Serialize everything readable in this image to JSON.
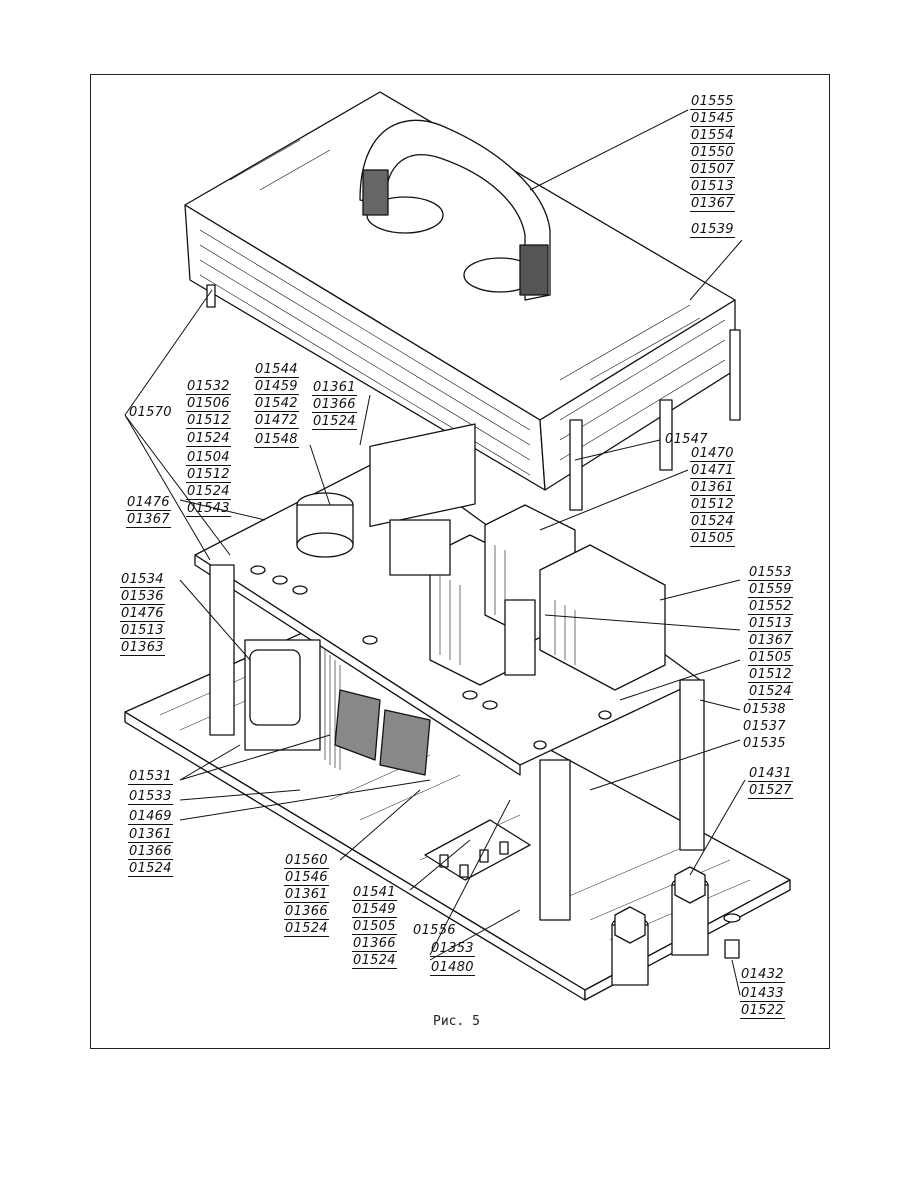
{
  "caption": "Рис. 5",
  "colors": {
    "ink": "#111111",
    "paper": "#ffffff"
  },
  "callout_groups": {
    "handle": [
      "01555",
      "01545",
      "01554",
      "01550",
      "01507",
      "01513",
      "01367"
    ],
    "cover": [
      "01539"
    ],
    "cover_left": [
      "01570"
    ],
    "top_mid": [
      "01544",
      "01459",
      "01542",
      "01472",
      "01548"
    ],
    "top_right": [
      "01361",
      "01366",
      "01524"
    ],
    "top_left": [
      "01532",
      "01506",
      "01512",
      "01524"
    ],
    "left_mid": [
      "01504",
      "01512",
      "01524",
      "01543"
    ],
    "left_mid2": [
      "01476",
      "01367"
    ],
    "left_low": [
      "01534",
      "01536",
      "01476",
      "01513",
      "01363"
    ],
    "cover_pin": [
      "01547"
    ],
    "right_upper": [
      "01470",
      "01471",
      "01361",
      "01512",
      "01524",
      "01505"
    ],
    "right_mid": [
      "01553",
      "01559",
      "01552",
      "01513",
      "01367"
    ],
    "right_mid2": [
      "01505",
      "01512",
      "01524"
    ],
    "right_low": [
      "01538",
      "01537",
      "01535"
    ],
    "right_bolt": [
      "01431",
      "01527"
    ],
    "bottom_left": [
      "01531",
      "01533",
      "01469",
      "01361",
      "01366",
      "01524"
    ],
    "bottom_center": [
      "01560",
      "01546",
      "01361",
      "01366",
      "01524"
    ],
    "bottom_center2": [
      "01541",
      "01549",
      "01505",
      "01366",
      "01524"
    ],
    "bottom_center3": [
      "01556",
      "01353",
      "01480"
    ],
    "bottom_right": [
      "01432",
      "01433",
      "01522"
    ]
  }
}
